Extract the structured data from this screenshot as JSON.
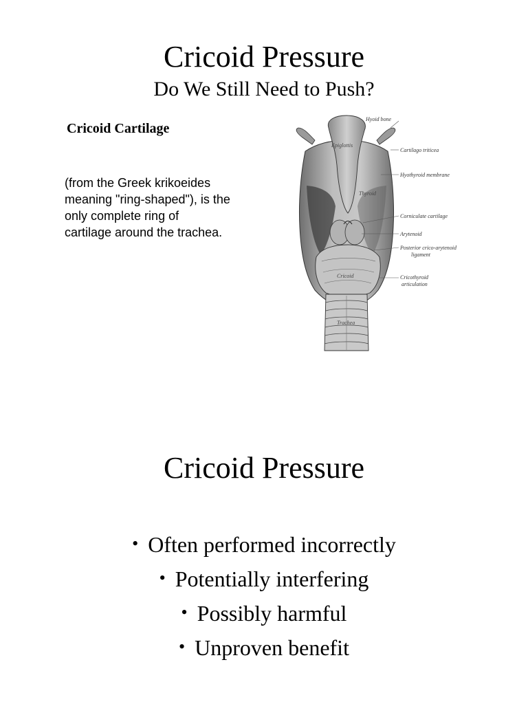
{
  "slide1": {
    "title": "Cricoid Pressure",
    "subtitle": "Do We Still Need to Push?",
    "section_heading": "Cricoid Cartilage",
    "definition_lines": [
      "(from the Greek krikoeides",
      "meaning \"ring-shaped\"), is the",
      "only complete ring of",
      "cartilage around the trachea."
    ],
    "figure": {
      "labels": [
        "Hyoid bone",
        "Cartilago triticea",
        "Hyothyroid membrane",
        "Corniculate cartilage",
        "Arytenoid",
        "Posterior crico-arytenoid",
        "ligament",
        "Cricothyroid",
        "articulation"
      ],
      "inner_labels": [
        "Epiglottis",
        "Thyroid",
        "Cricoid",
        "Trachea"
      ]
    }
  },
  "slide2": {
    "title": "Cricoid Pressure",
    "bullet_symbol": "•",
    "bullets": [
      "Often performed incorrectly",
      "Potentially interfering",
      "Possibly harmful",
      "Unproven benefit"
    ]
  }
}
